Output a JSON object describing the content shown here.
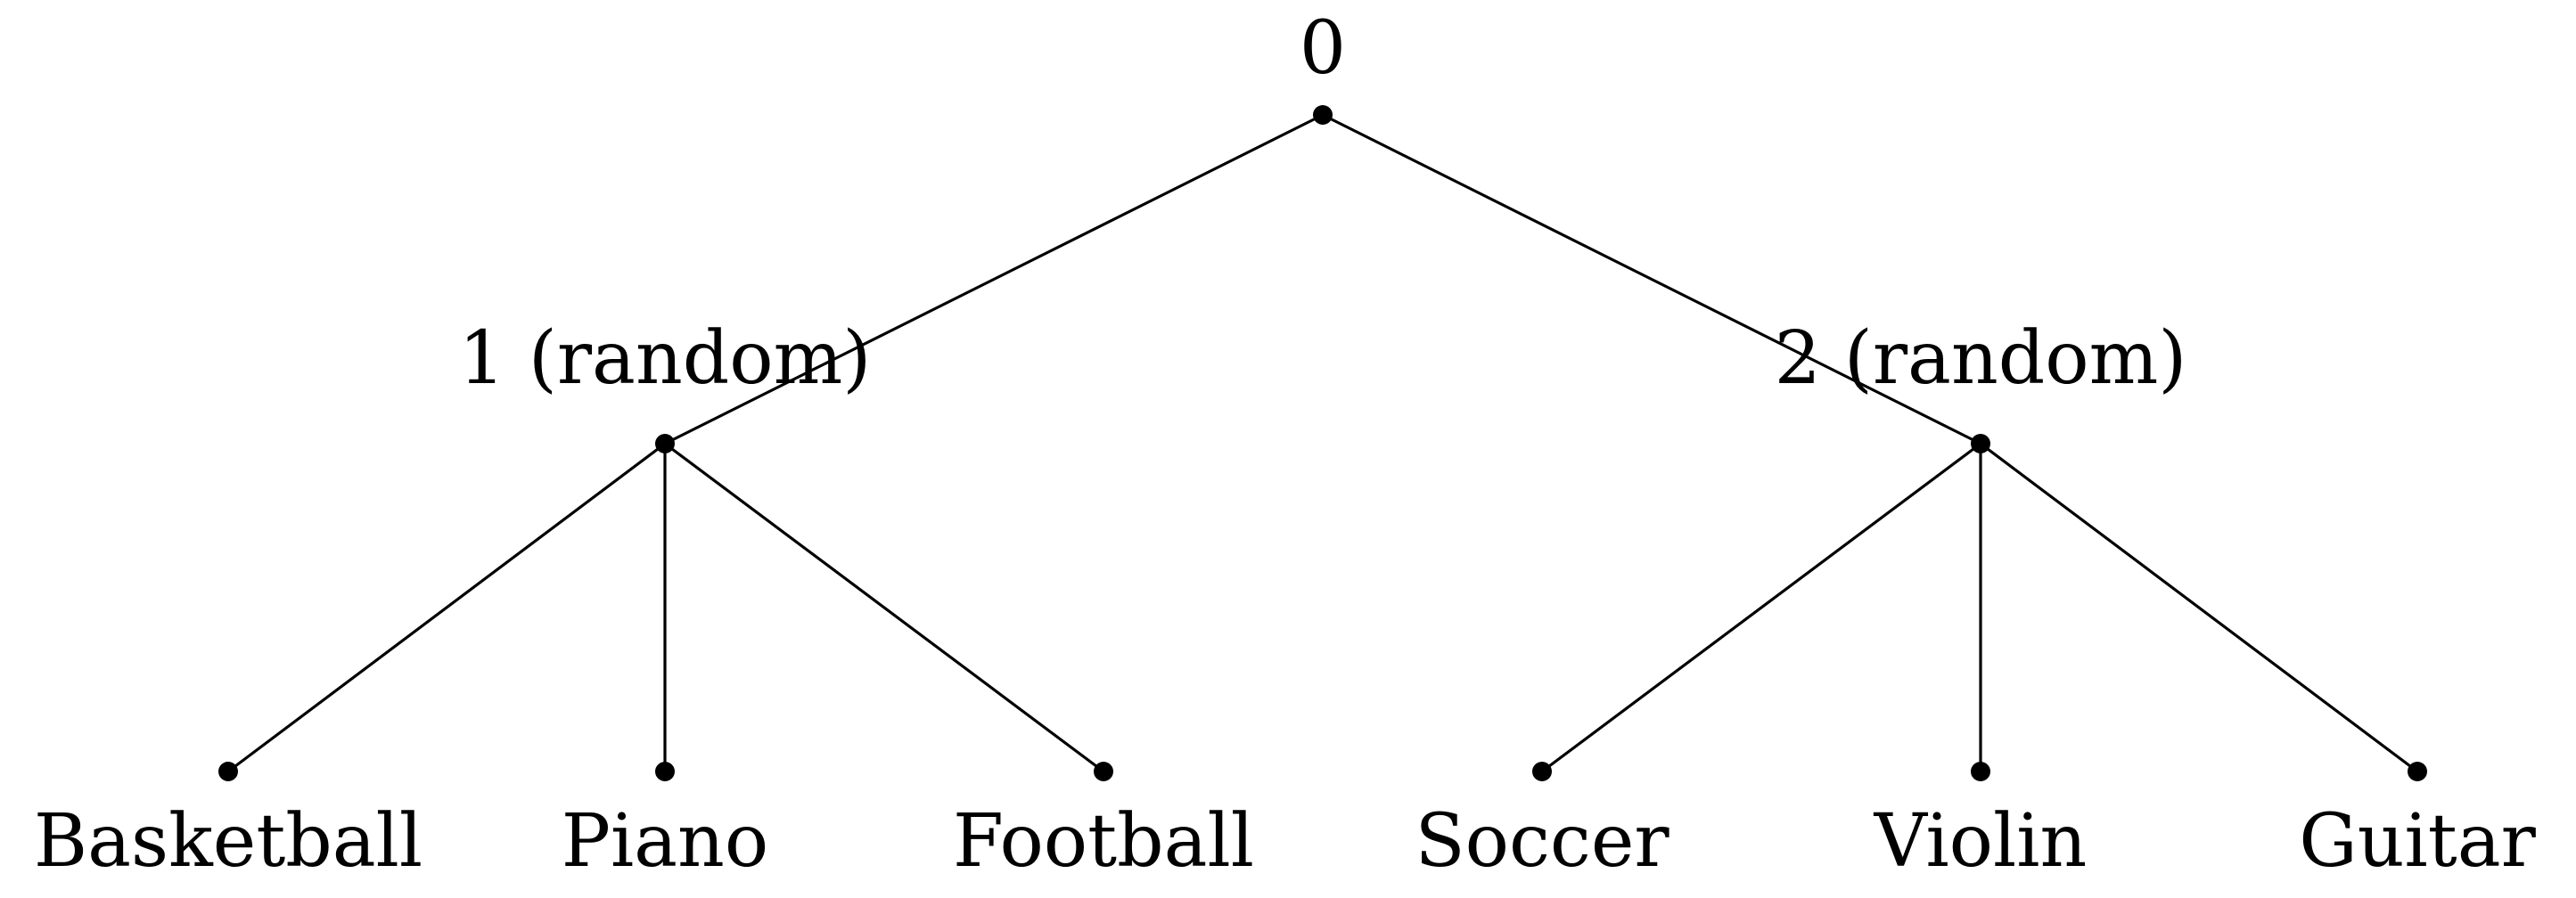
{
  "tree": {
    "nodes": [
      {
        "id": "root",
        "label": "0"
      },
      {
        "id": "n1",
        "label": "1 (random)"
      },
      {
        "id": "n2",
        "label": "2 (random)"
      },
      {
        "id": "leaf-basketball",
        "label": "Basketball"
      },
      {
        "id": "leaf-piano",
        "label": "Piano"
      },
      {
        "id": "leaf-football",
        "label": "Football"
      },
      {
        "id": "leaf-soccer",
        "label": "Soccer"
      },
      {
        "id": "leaf-violin",
        "label": "Violin"
      },
      {
        "id": "leaf-guitar",
        "label": "Guitar"
      }
    ],
    "edges": [
      {
        "from": "root",
        "to": "n1"
      },
      {
        "from": "root",
        "to": "n2"
      },
      {
        "from": "n1",
        "to": "leaf-basketball"
      },
      {
        "from": "n1",
        "to": "leaf-piano"
      },
      {
        "from": "n1",
        "to": "leaf-football"
      },
      {
        "from": "n2",
        "to": "leaf-soccer"
      },
      {
        "from": "n2",
        "to": "leaf-violin"
      },
      {
        "from": "n2",
        "to": "leaf-guitar"
      }
    ]
  }
}
